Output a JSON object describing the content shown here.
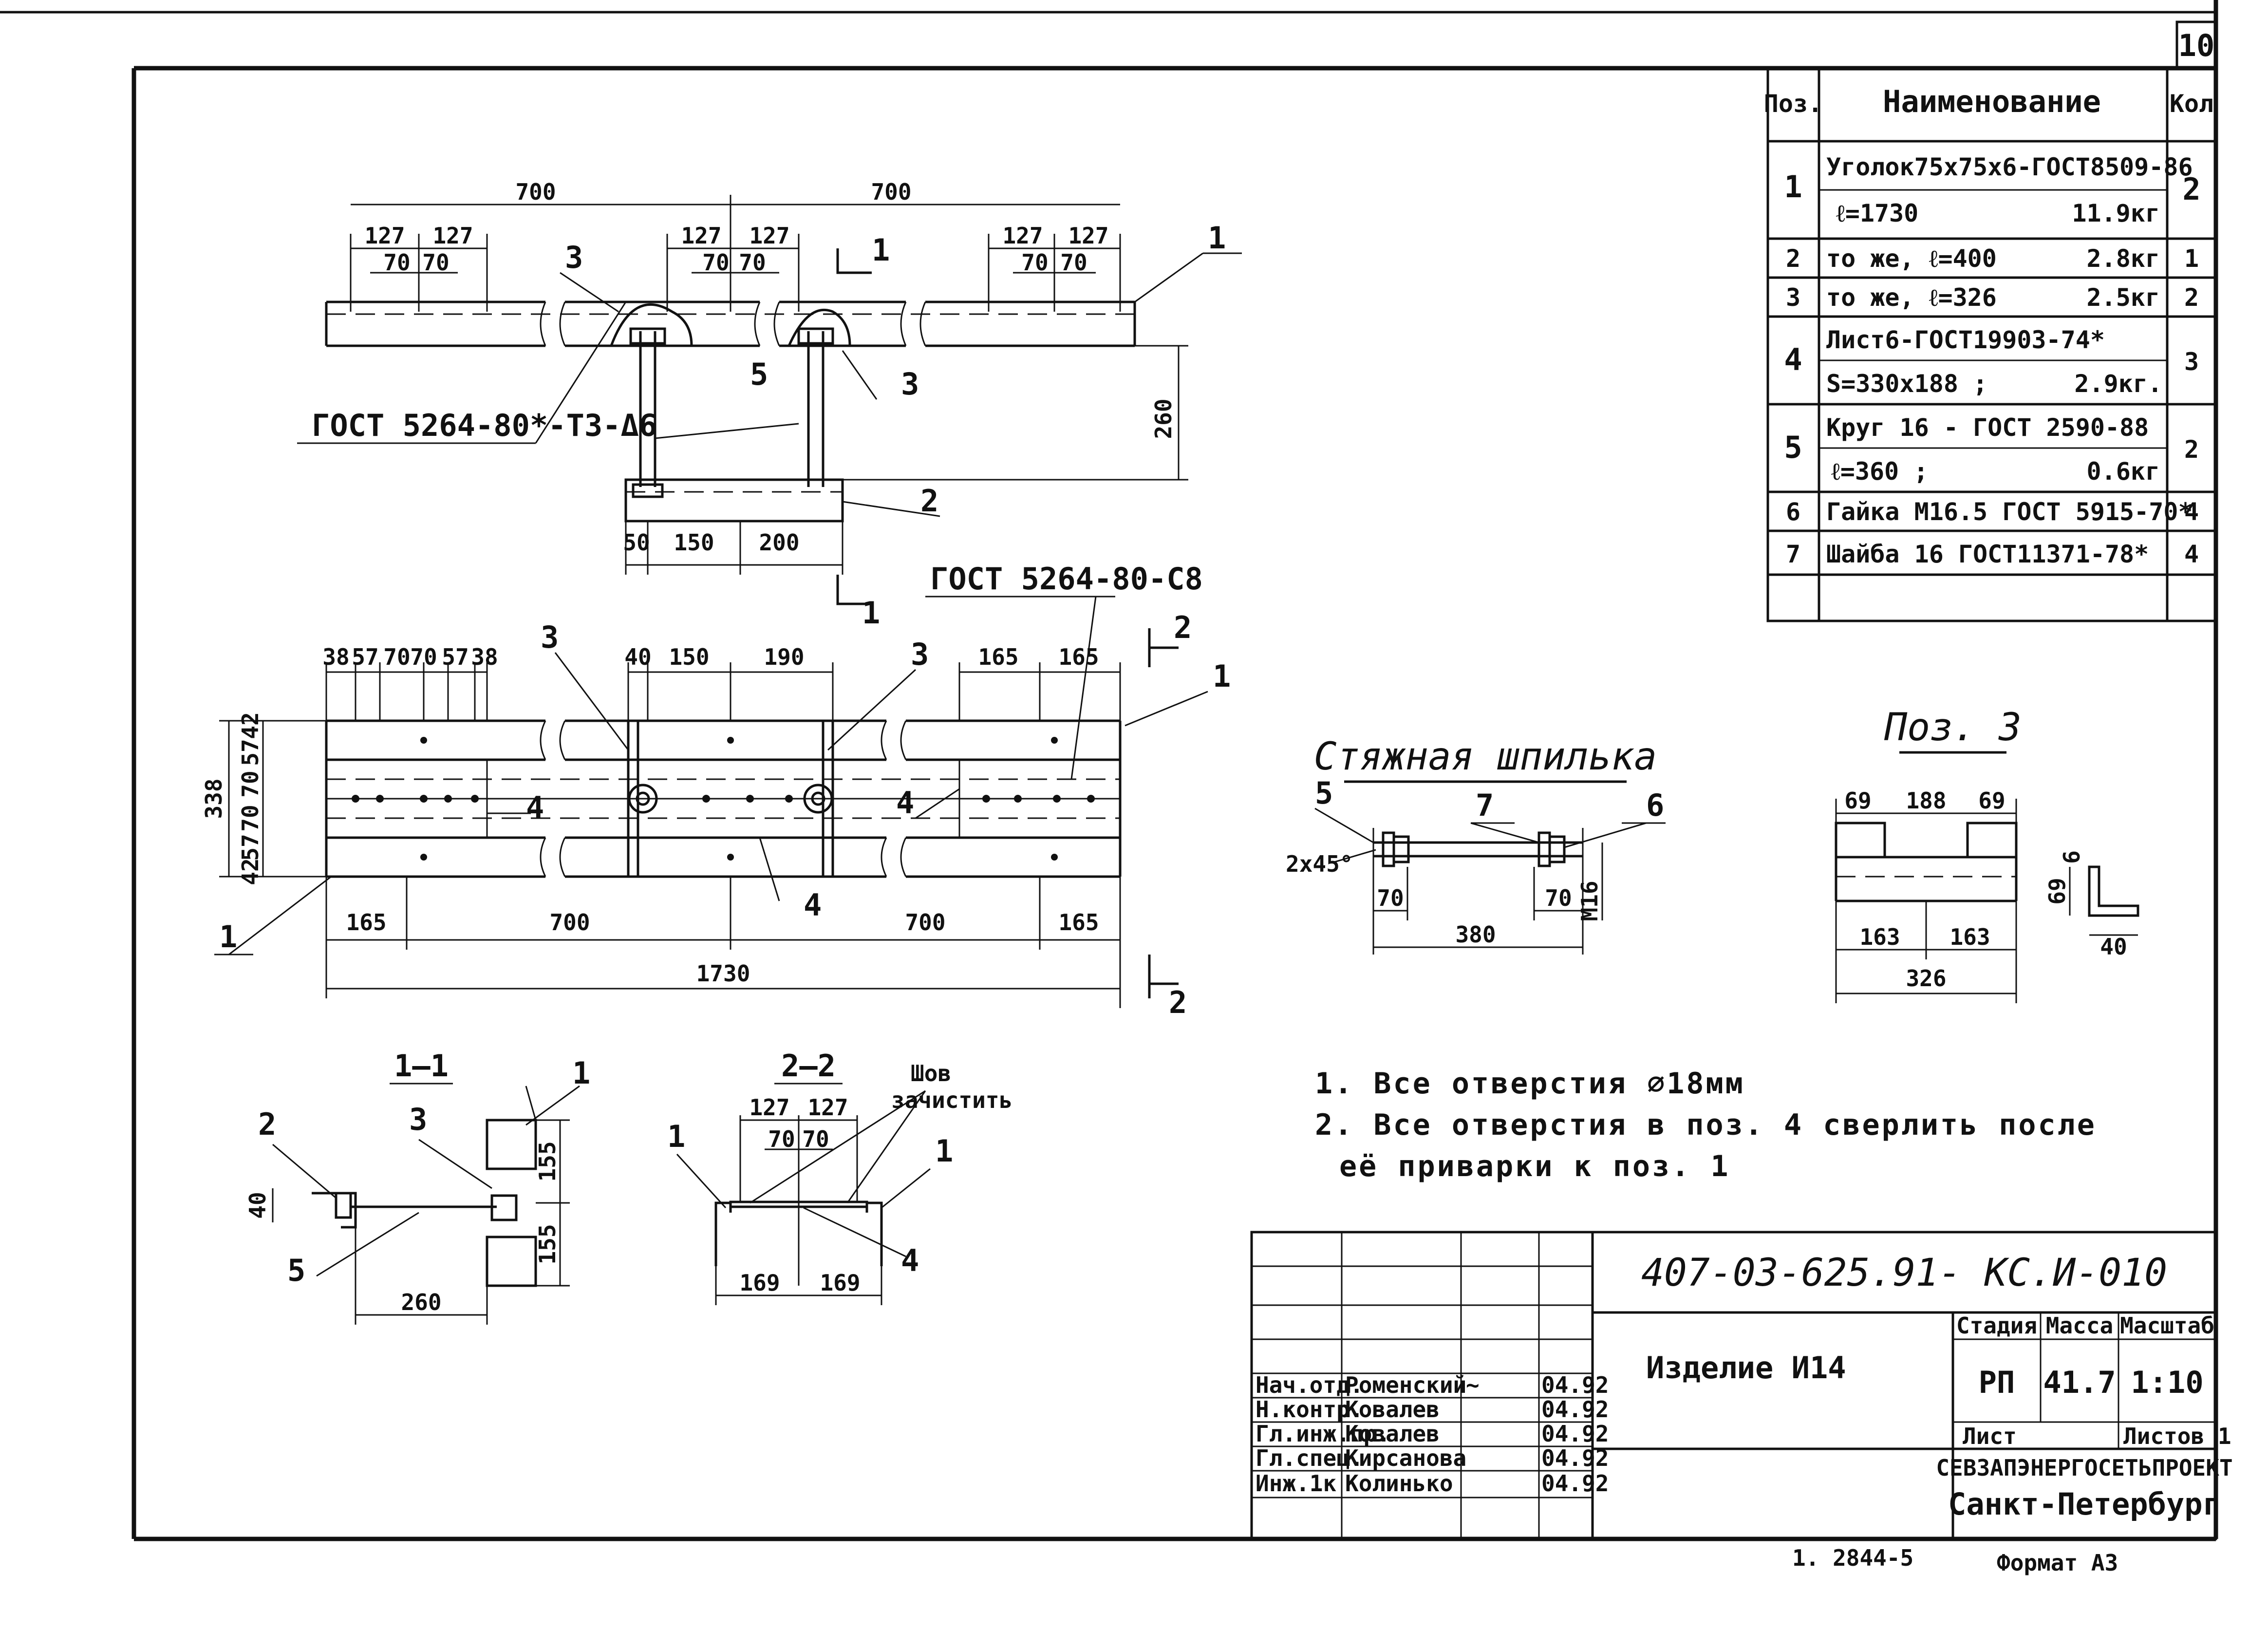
{
  "sheet_number": "10",
  "drawing_code": "407-03-625.91- КС.И-010",
  "product_title": "Изделие И14",
  "format_label": "Формат А3",
  "archive_number": "1. 2844-5",
  "spec_table": {
    "headers": {
      "pos": "Поз.",
      "name": "Наименование",
      "qty": "Кол"
    },
    "rows": [
      {
        "pos": "1",
        "line1": "Уголок75х75х6-ГОСТ8509-86",
        "line2": "ℓ=1730",
        "weight": "11.9кг",
        "qty": "2"
      },
      {
        "pos": "2",
        "line1": "то же, ℓ=400",
        "line2": "",
        "weight": "2.8кг",
        "qty": "1"
      },
      {
        "pos": "3",
        "line1": "то же, ℓ=326",
        "line2": "",
        "weight": "2.5кг",
        "qty": "2"
      },
      {
        "pos": "4",
        "line1": "Лист6-ГОСТ19903-74*",
        "line2": "S=330х188 ;",
        "weight": "2.9кг.",
        "qty": "3"
      },
      {
        "pos": "5",
        "line1": "Круг 16 - ГОСТ 2590-88",
        "line2": "ℓ=360 ;",
        "weight": "0.6кг",
        "qty": "2"
      },
      {
        "pos": "6",
        "line1": "Гайка М16.5 ГОСТ 5915-70*",
        "line2": "",
        "weight": "",
        "qty": "4"
      },
      {
        "pos": "7",
        "line1": "Шайба 16 ГОСТ11371-78*",
        "line2": "",
        "weight": "",
        "qty": "4"
      }
    ]
  },
  "notes": [
    "1. Все отверстия ⌀18мм",
    "2. Все отверстия в поз. 4 сверлить после",
    "её приварки к поз. 1"
  ],
  "views": {
    "top": {
      "dims": [
        "700",
        "700",
        "127",
        "127",
        "127",
        "127",
        "127",
        "127",
        "70",
        "70",
        "70",
        "70",
        "70",
        "70",
        "260",
        "50",
        "150",
        "200"
      ],
      "weld_note": "ГОСТ 5264-80*-Т3-Δ6",
      "section_mark": "1"
    },
    "plan": {
      "dims": [
        "38",
        "57",
        "70",
        "70",
        "57",
        "38",
        "40",
        "150",
        "190",
        "165",
        "165",
        "165",
        "700",
        "700",
        "165",
        "1730",
        "338",
        "42",
        "57",
        "70",
        "70",
        "57",
        "42"
      ],
      "weld_note": "ГОСТ 5264-80-С8",
      "section_mark": "2"
    },
    "section_1": {
      "title": "1—1",
      "dims": [
        "40",
        "155",
        "155",
        "260"
      ]
    },
    "section_2": {
      "title": "2—2",
      "dims": [
        "127",
        "127",
        "70",
        "70",
        "169",
        "169"
      ],
      "weld_label_1": "Шов",
      "weld_label_2": "зачистить"
    },
    "stud": {
      "title": "Стяжная шпилька",
      "dims": [
        "2х45°",
        "70",
        "70",
        "380",
        "М16"
      ]
    },
    "pos3": {
      "title": "Поз. 3",
      "dims": [
        "69",
        "188",
        "69",
        "163",
        "163",
        "326",
        "69",
        "6",
        "40"
      ]
    }
  },
  "callouts": [
    "1",
    "2",
    "3",
    "4",
    "5",
    "6",
    "7"
  ],
  "title_block": {
    "staff": [
      {
        "role": "Нач.отд.",
        "name": "Роменский",
        "date": "04.92"
      },
      {
        "role": "Н.контр.",
        "name": "Ковалев",
        "date": "04.92"
      },
      {
        "role": "Гл.инж.пр.",
        "name": "Ковалев",
        "date": "04.92"
      },
      {
        "role": "Гл.спец.",
        "name": "Кирсанова",
        "date": "04.92"
      },
      {
        "role": "Инж.1к",
        "name": "Колинько",
        "date": "04.92"
      }
    ],
    "headers": {
      "stage": "Стадия",
      "mass": "Масса",
      "scale": "Масштаб"
    },
    "stage": "РП",
    "mass": "41.7",
    "scale": "1:10",
    "sheet_label": "Лист",
    "sheets_label": "Листов 1",
    "org_line1": "СЕВЗАПЭНЕРГОСЕТЬПРОЕКТ",
    "org_line2": "Санкт-Петербург"
  }
}
